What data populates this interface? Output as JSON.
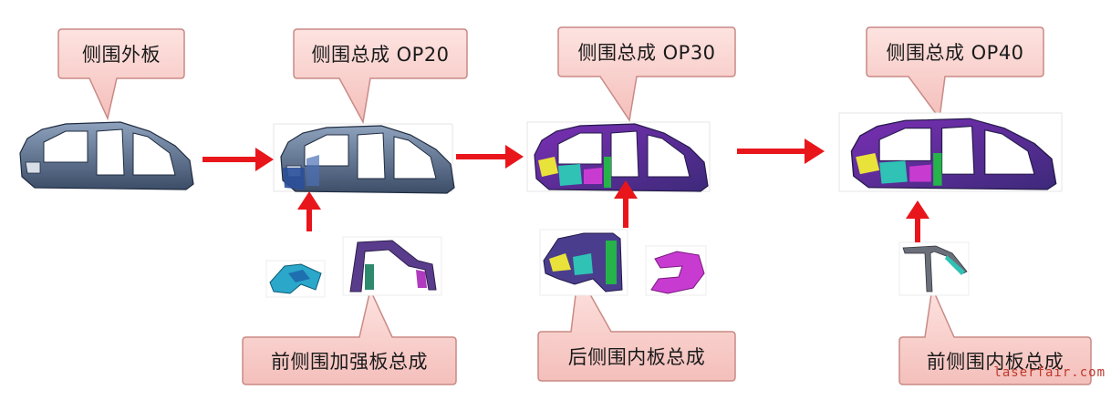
{
  "stations": [
    {
      "label": "侧围外板"
    },
    {
      "label": "侧围总成 OP20"
    },
    {
      "label": "侧围总成 OP30"
    },
    {
      "label": "侧围总成 OP40"
    }
  ],
  "subassemblies": [
    {
      "label": "前侧围加强板总成"
    },
    {
      "label": "后侧围内板总成"
    },
    {
      "label": "前侧围内板总成"
    }
  ],
  "watermark": "laserfair.com",
  "colors": {
    "callout_fill": "#f9d3d0",
    "callout_stroke": "#c98a86",
    "arrow": "#e8161b",
    "panel_steel": "#5d7390",
    "panel_dark": "#2b3a55"
  }
}
